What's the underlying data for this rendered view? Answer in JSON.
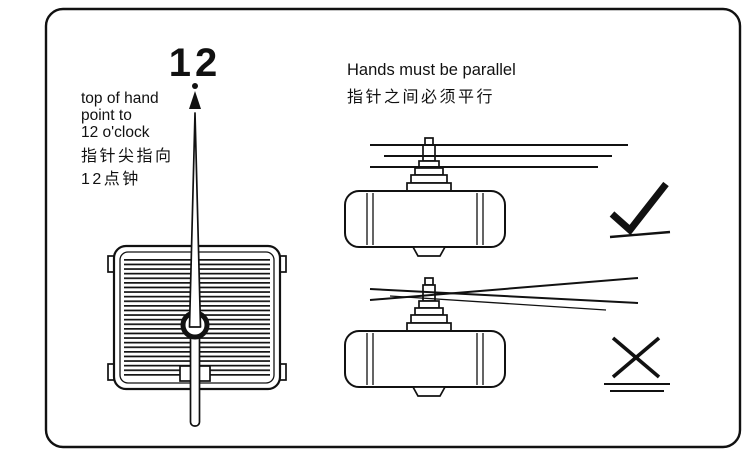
{
  "colors": {
    "ink": "#111111",
    "background": "#ffffff"
  },
  "left_note": {
    "dial_number": "12",
    "en_line1": "top of hand",
    "en_line2": "point to",
    "en_line3": "12 o'clock",
    "zh_line1": "指针尖指向",
    "zh_line2": "12点钟"
  },
  "right_note": {
    "title_en": "Hands must be parallel",
    "title_zh": "指针之间必须平行"
  },
  "icons": {
    "arrow": "up-arrow-icon",
    "correct": "checkmark-icon",
    "wrong": "cross-icon"
  }
}
